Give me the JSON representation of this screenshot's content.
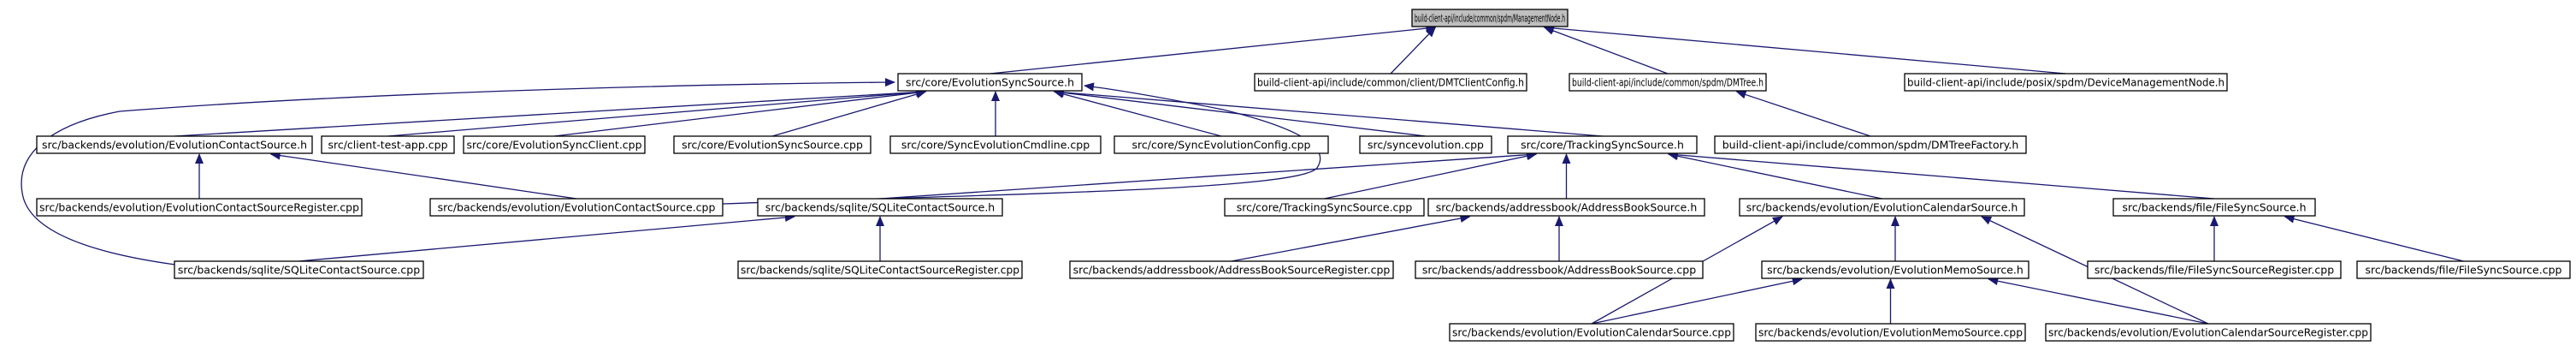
{
  "colors": {
    "edge": "#191970",
    "root_fill": "#bfbfbf",
    "node_fill": "#ffffff",
    "text": "#000000"
  },
  "diagram": {
    "nodes": [
      {
        "id": "mgmt_node_h",
        "label": "build-client-api/include/common/spdm/ManagementNode.h",
        "root": true
      },
      {
        "id": "evo_sync_source_h",
        "label": "src/core/EvolutionSyncSource.h"
      },
      {
        "id": "dmt_client_config_h",
        "label": "build-client-api/include/common/client/DMTClientConfig.h"
      },
      {
        "id": "dmtree_h",
        "label": "build-client-api/include/common/spdm/DMTree.h"
      },
      {
        "id": "device_mgmt_node_h",
        "label": "build-client-api/include/posix/spdm/DeviceManagementNode.h"
      },
      {
        "id": "evo_contact_source_h",
        "label": "src/backends/evolution/EvolutionContactSource.h"
      },
      {
        "id": "client_test_app_cpp",
        "label": "src/client-test-app.cpp"
      },
      {
        "id": "evo_sync_client_cpp",
        "label": "src/core/EvolutionSyncClient.cpp"
      },
      {
        "id": "evo_sync_source_cpp",
        "label": "src/core/EvolutionSyncSource.cpp"
      },
      {
        "id": "sync_evo_cmdline_cpp",
        "label": "src/core/SyncEvolutionCmdline.cpp"
      },
      {
        "id": "sync_evo_config_cpp",
        "label": "src/core/SyncEvolutionConfig.cpp"
      },
      {
        "id": "syncevolution_cpp",
        "label": "src/syncevolution.cpp"
      },
      {
        "id": "tracking_sync_source_h",
        "label": "src/core/TrackingSyncSource.h"
      },
      {
        "id": "dmtree_factory_h",
        "label": "build-client-api/include/common/spdm/DMTreeFactory.h"
      },
      {
        "id": "evo_contact_source_register_cpp",
        "label": "src/backends/evolution/EvolutionContactSourceRegister.cpp"
      },
      {
        "id": "evo_contact_source_cpp",
        "label": "src/backends/evolution/EvolutionContactSource.cpp"
      },
      {
        "id": "sqlite_contact_source_h",
        "label": "src/backends/sqlite/SQLiteContactSource.h"
      },
      {
        "id": "tracking_sync_source_cpp",
        "label": "src/core/TrackingSyncSource.cpp"
      },
      {
        "id": "addressbook_source_h",
        "label": "src/backends/addressbook/AddressBookSource.h"
      },
      {
        "id": "evo_calendar_source_h",
        "label": "src/backends/evolution/EvolutionCalendarSource.h"
      },
      {
        "id": "file_sync_source_h",
        "label": "src/backends/file/FileSyncSource.h"
      },
      {
        "id": "sqlite_contact_source_cpp",
        "label": "src/backends/sqlite/SQLiteContactSource.cpp"
      },
      {
        "id": "sqlite_contact_source_register_cpp",
        "label": "src/backends/sqlite/SQLiteContactSourceRegister.cpp"
      },
      {
        "id": "addressbook_source_register_cpp",
        "label": "src/backends/addressbook/AddressBookSourceRegister.cpp"
      },
      {
        "id": "addressbook_source_cpp",
        "label": "src/backends/addressbook/AddressBookSource.cpp"
      },
      {
        "id": "evo_memo_source_h",
        "label": "src/backends/evolution/EvolutionMemoSource.h"
      },
      {
        "id": "file_sync_source_register_cpp",
        "label": "src/backends/file/FileSyncSourceRegister.cpp"
      },
      {
        "id": "file_sync_source_cpp",
        "label": "src/backends/file/FileSyncSource.cpp"
      },
      {
        "id": "evo_calendar_source_cpp",
        "label": "src/backends/evolution/EvolutionCalendarSource.cpp"
      },
      {
        "id": "evo_memo_source_cpp",
        "label": "src/backends/evolution/EvolutionMemoSource.cpp"
      },
      {
        "id": "evo_calendar_source_register_cpp",
        "label": "src/backends/evolution/EvolutionCalendarSourceRegister.cpp"
      }
    ],
    "edges": [
      {
        "from": "evo_sync_source_h",
        "to": "mgmt_node_h"
      },
      {
        "from": "dmt_client_config_h",
        "to": "mgmt_node_h"
      },
      {
        "from": "dmtree_h",
        "to": "mgmt_node_h"
      },
      {
        "from": "device_mgmt_node_h",
        "to": "mgmt_node_h"
      },
      {
        "from": "dmtree_factory_h",
        "to": "dmtree_h"
      },
      {
        "from": "evo_contact_source_h",
        "to": "evo_sync_source_h"
      },
      {
        "from": "client_test_app_cpp",
        "to": "evo_sync_source_h"
      },
      {
        "from": "evo_sync_client_cpp",
        "to": "evo_sync_source_h"
      },
      {
        "from": "evo_sync_source_cpp",
        "to": "evo_sync_source_h"
      },
      {
        "from": "sync_evo_cmdline_cpp",
        "to": "evo_sync_source_h"
      },
      {
        "from": "sync_evo_config_cpp",
        "to": "evo_sync_source_h"
      },
      {
        "from": "syncevolution_cpp",
        "to": "evo_sync_source_h"
      },
      {
        "from": "tracking_sync_source_h",
        "to": "evo_sync_source_h"
      },
      {
        "from": "evo_contact_source_cpp",
        "to": "evo_sync_source_h"
      },
      {
        "from": "sqlite_contact_source_cpp",
        "to": "evo_sync_source_h"
      },
      {
        "from": "evo_contact_source_register_cpp",
        "to": "evo_contact_source_h"
      },
      {
        "from": "evo_contact_source_cpp",
        "to": "evo_contact_source_h"
      },
      {
        "from": "sqlite_contact_source_h",
        "to": "tracking_sync_source_h"
      },
      {
        "from": "tracking_sync_source_cpp",
        "to": "tracking_sync_source_h"
      },
      {
        "from": "addressbook_source_h",
        "to": "tracking_sync_source_h"
      },
      {
        "from": "evo_calendar_source_h",
        "to": "tracking_sync_source_h"
      },
      {
        "from": "file_sync_source_h",
        "to": "tracking_sync_source_h"
      },
      {
        "from": "sqlite_contact_source_cpp",
        "to": "sqlite_contact_source_h"
      },
      {
        "from": "sqlite_contact_source_register_cpp",
        "to": "sqlite_contact_source_h"
      },
      {
        "from": "addressbook_source_register_cpp",
        "to": "addressbook_source_h"
      },
      {
        "from": "addressbook_source_cpp",
        "to": "addressbook_source_h"
      },
      {
        "from": "evo_memo_source_h",
        "to": "evo_calendar_source_h"
      },
      {
        "from": "evo_calendar_source_cpp",
        "to": "evo_calendar_source_h"
      },
      {
        "from": "evo_calendar_source_register_cpp",
        "to": "evo_calendar_source_h"
      },
      {
        "from": "file_sync_source_register_cpp",
        "to": "file_sync_source_h"
      },
      {
        "from": "file_sync_source_cpp",
        "to": "file_sync_source_h"
      },
      {
        "from": "evo_calendar_source_cpp",
        "to": "evo_memo_source_h"
      },
      {
        "from": "evo_memo_source_cpp",
        "to": "evo_memo_source_h"
      },
      {
        "from": "evo_calendar_source_register_cpp",
        "to": "evo_memo_source_h"
      }
    ]
  }
}
